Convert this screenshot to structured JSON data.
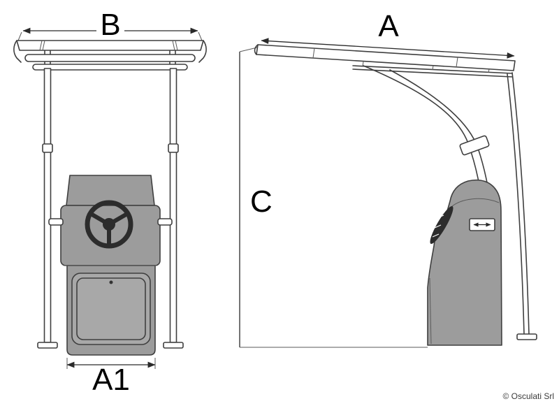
{
  "diagram": {
    "type": "technical-drawing",
    "subject": "boat center console with T-top, front and side dimension views",
    "views": {
      "front": {
        "dim_top": "B",
        "dim_bottom": "A1"
      },
      "side": {
        "dim_top": "A",
        "dim_height": "C"
      }
    },
    "copyright": "© Osculati Srl",
    "colors": {
      "console_fill": "#9c9c9c",
      "door_fill": "#a8a8a8",
      "wheel_fill": "#2c2c2c",
      "line": "#3f3f3f",
      "dim_line": "#2a2a2a",
      "background": "#ffffff"
    }
  }
}
